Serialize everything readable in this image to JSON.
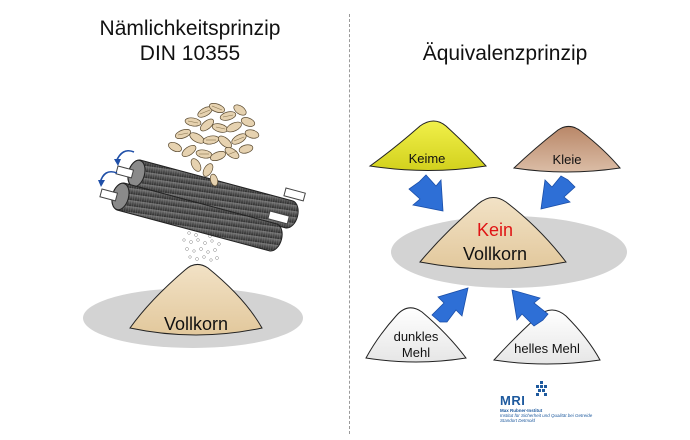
{
  "left": {
    "title_line1": "Nämlichkeitsprinzip",
    "title_line2": "DIN 10355",
    "pile_label": "Vollkorn"
  },
  "right": {
    "title": "Äquivalenzprinzip",
    "center_word1": "Kein",
    "center_word2": "Vollkorn",
    "piles": {
      "keime": "Keime",
      "kleie": "Kleie",
      "dunkles_line1": "dunkles",
      "dunkles_line2": "Mehl",
      "helles": "helles Mehl"
    }
  },
  "logo": {
    "acronym": "MRI",
    "line1": "Max Rubner-Institut",
    "line2": "Institut für Sicherheit und Qualität bei Getreide",
    "line3": "Standort Detmold"
  },
  "colors": {
    "keime_fill": "#e2e12c",
    "kleie_fill": "#c79e82",
    "center_fill": "#eed8b8",
    "vollkorn_fill": "#ecd9b8",
    "mehl_fill": "#f2f2f2",
    "arrow_fill": "#2e6fd6",
    "kein_text": "#e01414",
    "shadow": "#d3d3d3",
    "roller": "#505050",
    "logo_blue": "#1e5a9e"
  }
}
